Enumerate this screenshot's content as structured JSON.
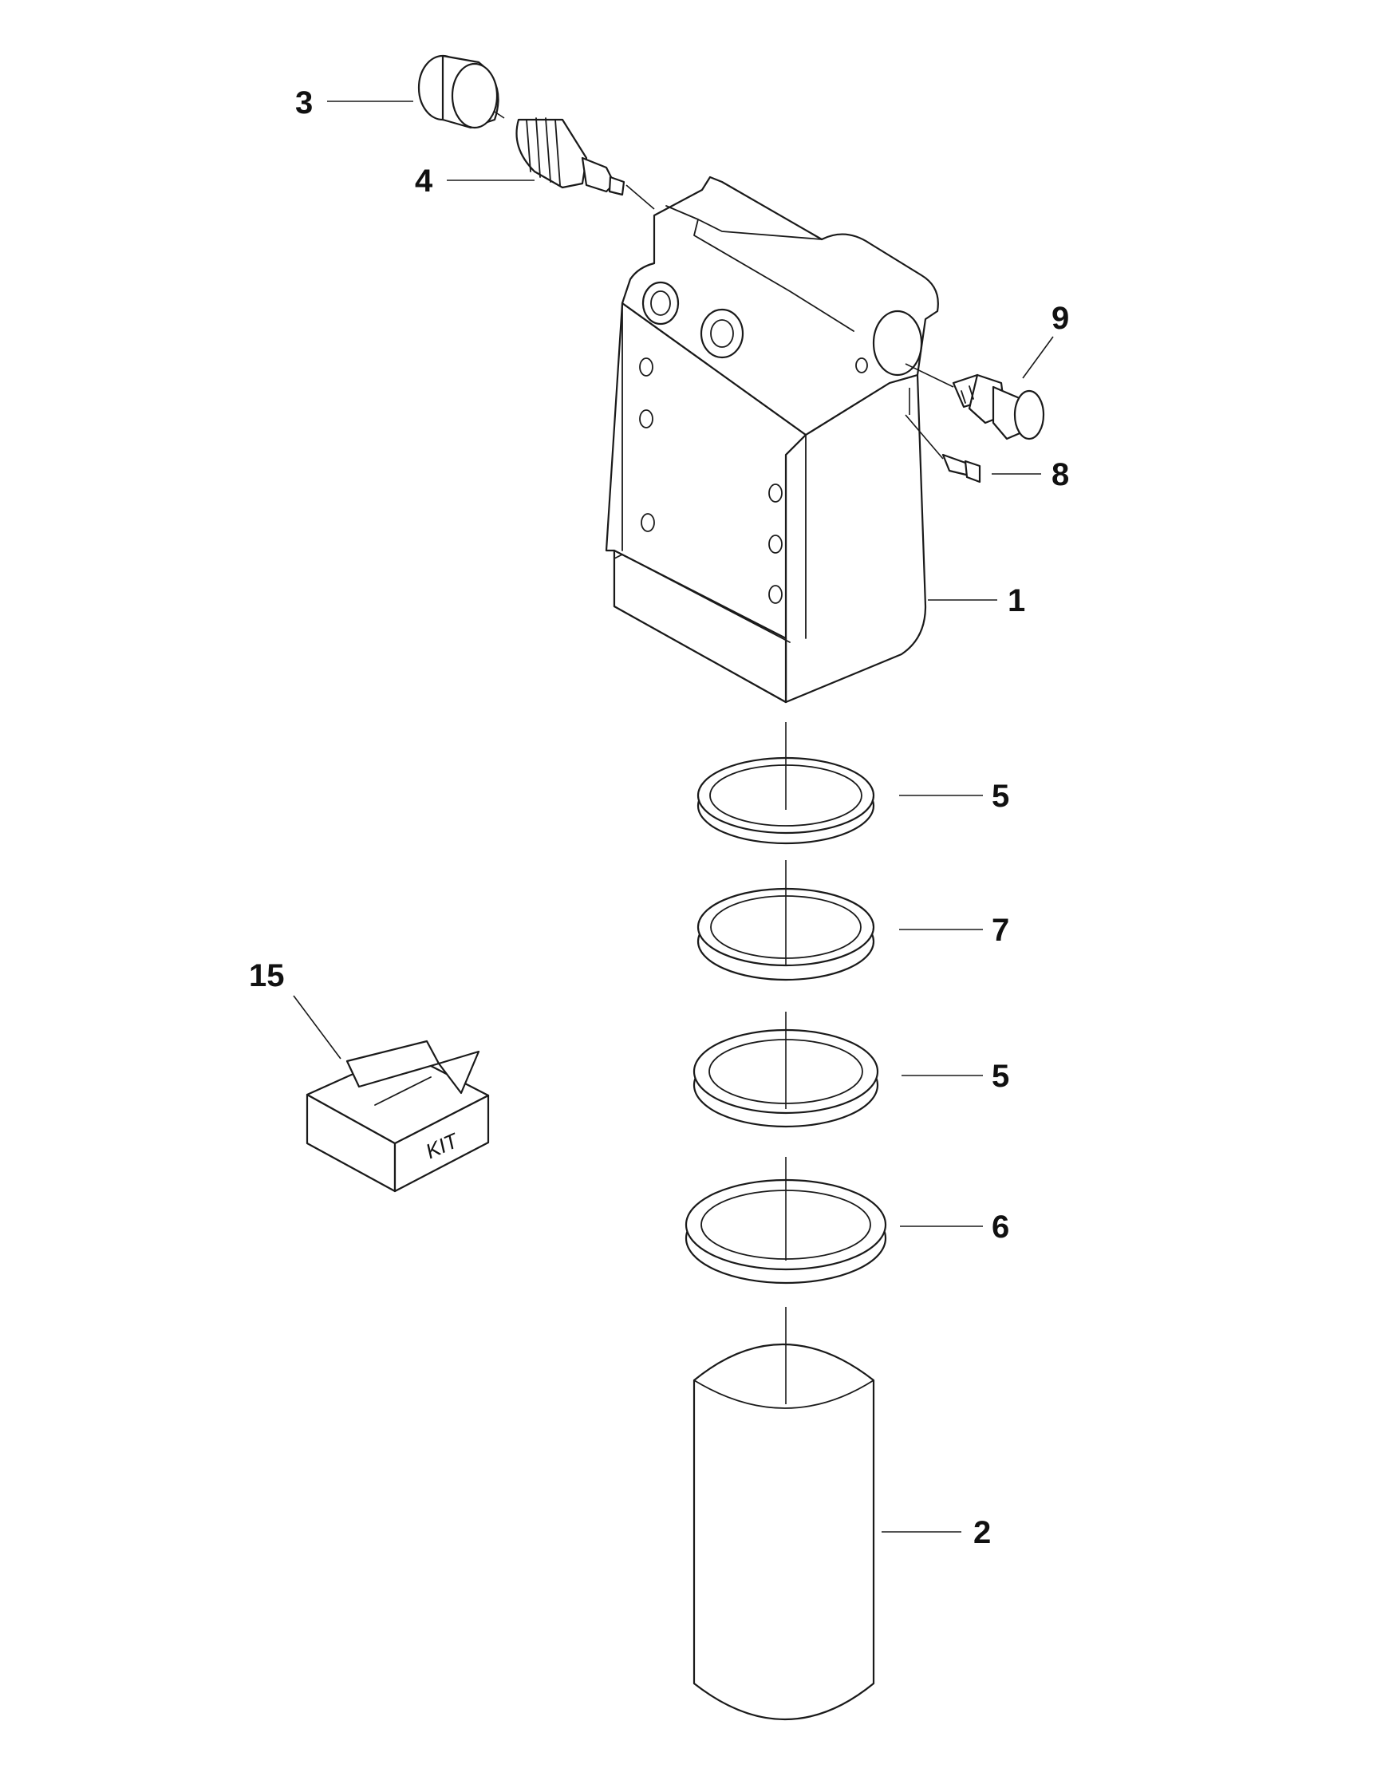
{
  "callouts": {
    "c1": "1",
    "c2": "2",
    "c3": "3",
    "c4": "4",
    "c5a": "5",
    "c5b": "5",
    "c6": "6",
    "c7": "7",
    "c8": "8",
    "c9": "9",
    "c15": "15"
  },
  "kit_label": "KIT",
  "colors": {
    "line": "#1a1a1a",
    "background": "#ffffff"
  }
}
